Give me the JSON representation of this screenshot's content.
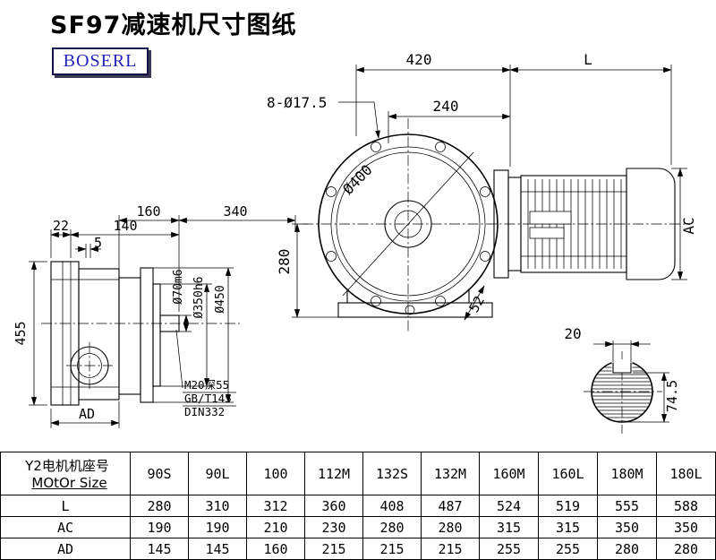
{
  "title": "SF97减速机尺寸图纸",
  "logo": "BOSERL",
  "drawing": {
    "dims": {
      "top_width": "420",
      "motor_length": "L",
      "bolt_holes": "8-Ø17.5",
      "flange_offset": "240",
      "flange_diameter": "Ø400",
      "center_height": "280",
      "foot": "52",
      "motor_height": "AC",
      "left_width1": "160",
      "left_width2": "340",
      "left_small1": "22",
      "left_small2": "140",
      "left_small3": "5",
      "overall_height": "455",
      "ad": "AD",
      "shaft_dia": "Ø70m6",
      "spigot_dia": "Ø350h6",
      "flange_od": "Ø450",
      "tap_note1": "M20深55",
      "tap_note2": "GB/T145",
      "tap_note3": "DIN332",
      "key_width": "20",
      "key_height": "74.5"
    }
  },
  "table": {
    "header_line1": "Y2电机机座号",
    "header_line2": "MOtOr Size",
    "columns": [
      "90S",
      "90L",
      "100",
      "112M",
      "132S",
      "132M",
      "160M",
      "160L",
      "180M",
      "180L"
    ],
    "rows": [
      {
        "label": "L",
        "values": [
          "280",
          "310",
          "312",
          "360",
          "408",
          "487",
          "524",
          "519",
          "555",
          "588"
        ]
      },
      {
        "label": "AC",
        "values": [
          "190",
          "190",
          "210",
          "230",
          "280",
          "280",
          "315",
          "315",
          "350",
          "350"
        ]
      },
      {
        "label": "AD",
        "values": [
          "145",
          "145",
          "160",
          "215",
          "215",
          "215",
          "255",
          "255",
          "280",
          "280"
        ]
      }
    ]
  },
  "colors": {
    "line": "#000000",
    "logo_text": "#2222bb",
    "background": "#ffffff"
  }
}
